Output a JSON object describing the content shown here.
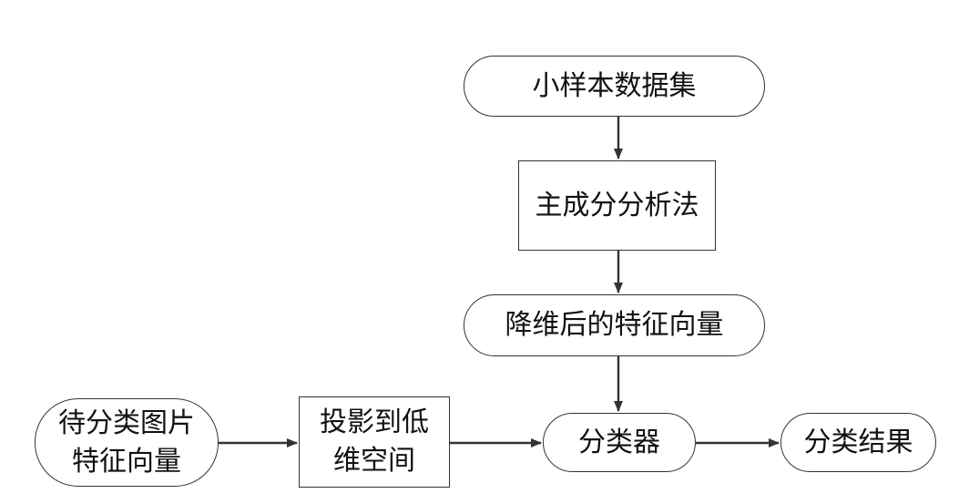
{
  "nodes": {
    "dataset": "小样本数据集",
    "pca": "主成分分析法",
    "reduced_features": "降维后的特征向量",
    "input_features": {
      "line1": "待分类图片",
      "line2": "特征向量"
    },
    "projection": {
      "line1": "投影到低",
      "line2": "维空间"
    },
    "classifier": "分类器",
    "result": "分类结果"
  },
  "edges": [
    {
      "from": "dataset",
      "to": "pca"
    },
    {
      "from": "pca",
      "to": "reduced_features"
    },
    {
      "from": "reduced_features",
      "to": "classifier"
    },
    {
      "from": "input_features",
      "to": "projection"
    },
    {
      "from": "projection",
      "to": "classifier"
    },
    {
      "from": "classifier",
      "to": "result"
    }
  ]
}
